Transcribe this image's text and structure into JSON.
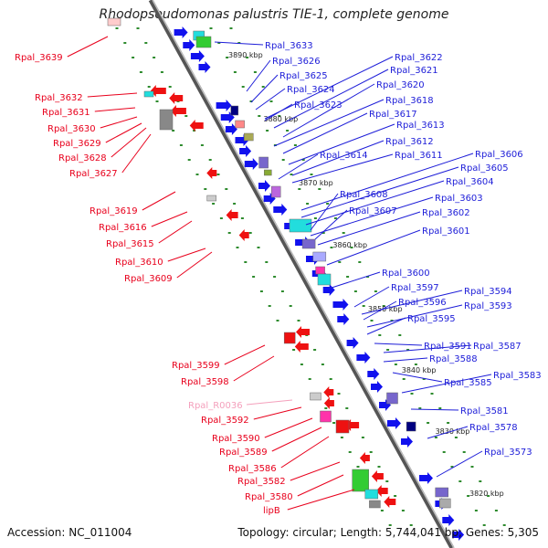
{
  "title": "Rhodopseudomonas palustris TIE-1, complete genome",
  "accession": "Accession: NC_011004",
  "summary": "Topology: circular; Length: 5,744,041 bp; Genes: 5,305",
  "colors": {
    "left_label": "#e8001c",
    "right_label": "#1d1dd8",
    "rna_label": "#f4a0bc",
    "backbone": "#7a7a7a",
    "marker": "#2e8b2e"
  },
  "scale_ticks": [
    "3890 kbp",
    "3880 kbp",
    "3870 kbp",
    "3860 kbp",
    "3850 kbp",
    "3840 kbp",
    "3830 kbp",
    "3820 kbp"
  ],
  "left_labels": [
    {
      "text": "Rpal_3639"
    },
    {
      "text": "Rpal_3632"
    },
    {
      "text": "Rpal_3631"
    },
    {
      "text": "Rpal_3630"
    },
    {
      "text": "Rpal_3629"
    },
    {
      "text": "Rpal_3628"
    },
    {
      "text": "Rpal_3627"
    },
    {
      "text": "Rpal_3619"
    },
    {
      "text": "Rpal_3616"
    },
    {
      "text": "Rpal_3615"
    },
    {
      "text": "Rpal_3610"
    },
    {
      "text": "Rpal_3609"
    },
    {
      "text": "Rpal_3599"
    },
    {
      "text": "Rpal_3598"
    },
    {
      "text": "Rpal_R0036",
      "rna": true
    },
    {
      "text": "Rpal_3592"
    },
    {
      "text": "Rpal_3590"
    },
    {
      "text": "Rpal_3589"
    },
    {
      "text": "Rpal_3586"
    },
    {
      "text": "Rpal_3582"
    },
    {
      "text": "Rpal_3580"
    },
    {
      "text": "lipB"
    }
  ],
  "right_labels": [
    {
      "text": "Rpal_3633"
    },
    {
      "text": "Rpal_3626"
    },
    {
      "text": "Rpal_3625"
    },
    {
      "text": "Rpal_3624"
    },
    {
      "text": "Rpal_3623"
    },
    {
      "text": "Rpal_3622"
    },
    {
      "text": "Rpal_3621"
    },
    {
      "text": "Rpal_3620"
    },
    {
      "text": "Rpal_3618"
    },
    {
      "text": "Rpal_3617"
    },
    {
      "text": "Rpal_3613"
    },
    {
      "text": "Rpal_3612"
    },
    {
      "text": "Rpal_3614"
    },
    {
      "text": "Rpal_3611"
    },
    {
      "text": "Rpal_3606"
    },
    {
      "text": "Rpal_3605"
    },
    {
      "text": "Rpal_3604"
    },
    {
      "text": "Rpal_3608"
    },
    {
      "text": "Rpal_3603"
    },
    {
      "text": "Rpal_3607"
    },
    {
      "text": "Rpal_3602"
    },
    {
      "text": "Rpal_3601"
    },
    {
      "text": "Rpal_3600"
    },
    {
      "text": "Rpal_3597"
    },
    {
      "text": "Rpal_3594"
    },
    {
      "text": "Rpal_3596"
    },
    {
      "text": "Rpal_3593"
    },
    {
      "text": "Rpal_3595"
    },
    {
      "text": "Rpal_3591"
    },
    {
      "text": "Rpal_3587"
    },
    {
      "text": "Rpal_3588"
    },
    {
      "text": "Rpal_3585"
    },
    {
      "text": "Rpal_3583"
    },
    {
      "text": "Rpal_3581"
    },
    {
      "text": "Rpal_3578"
    },
    {
      "text": "Rpal_3573"
    }
  ]
}
